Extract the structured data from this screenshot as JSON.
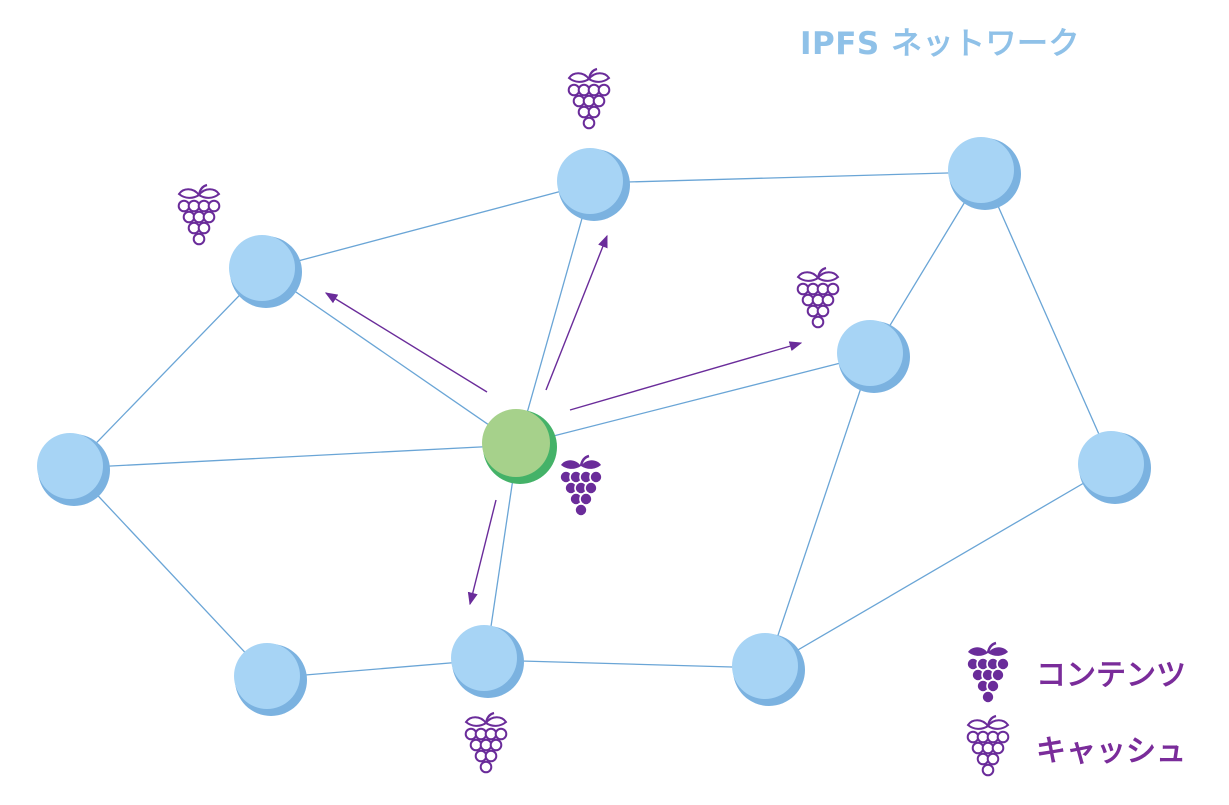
{
  "title": "IPFS ネットワーク",
  "colors": {
    "node_fill": "#a7d4f5",
    "node_shadow": "#7bb2e0",
    "origin_fill": "#a6d18b",
    "origin_shadow": "#44b268",
    "edge": "#6aa5d6",
    "arrow": "#6a2c9a",
    "grape": "#6a2c9a"
  },
  "legend": {
    "content": {
      "icon": "grape-filled-icon",
      "label": "コンテンツ"
    },
    "cache": {
      "icon": "grape-outline-icon",
      "label": "キャッシュ"
    }
  }
}
